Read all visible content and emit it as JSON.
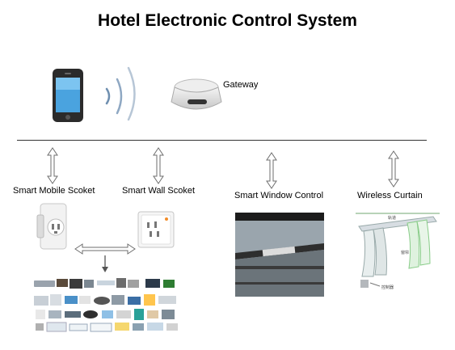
{
  "title": "Hotel Electronic Control System",
  "gateway_label": "Gateway",
  "devices": {
    "mobile_socket": "Smart Mobile Scoket",
    "wall_socket": "Smart Wall Scoket",
    "window_control": "Smart Window Control",
    "wireless_curtain": "Wireless Curtain"
  },
  "curtain_labels": [
    "轨道",
    "窗帘",
    "控制器"
  ],
  "colors": {
    "arrow": "#6e6e6e",
    "text": "#000000",
    "line": "#333333"
  }
}
